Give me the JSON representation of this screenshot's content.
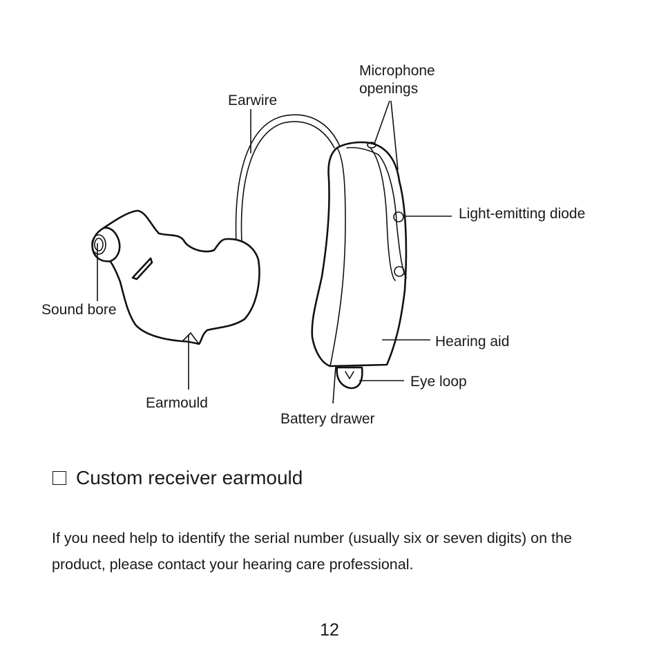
{
  "diagram": {
    "labels": {
      "microphone_line1": "Microphone",
      "microphone_line2": "openings",
      "earwire": "Earwire",
      "led": "Light-emitting diode",
      "sound_bore": "Sound bore",
      "hearing_aid": "Hearing aid",
      "eye_loop": "Eye loop",
      "earmould": "Earmould",
      "battery_drawer": "Battery drawer"
    }
  },
  "option": {
    "label": "Custom receiver earmould",
    "checked": false
  },
  "help_text": "If you need help to identify the serial number (usually six or seven digits) on the product, please contact your hearing care professional.",
  "page_number": "12"
}
